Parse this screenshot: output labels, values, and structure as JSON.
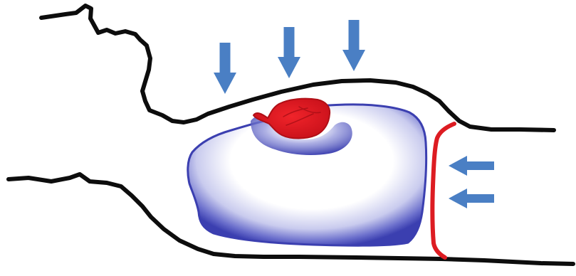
{
  "diagram": {
    "background_color": "#ffffff",
    "outline_color": "#0d0d0d",
    "shape_fill_edge_color": "#3b3fb0",
    "shape_fill_center_color": "#ffffff",
    "blob_color": "#e0141b",
    "wall_line_color": "#dd1c22",
    "arrow_color": "#4a7fc4",
    "arrow_groups": [
      {
        "group": "top",
        "direction": "down",
        "count": 3
      },
      {
        "group": "right",
        "direction": "left",
        "count": 2
      }
    ]
  }
}
